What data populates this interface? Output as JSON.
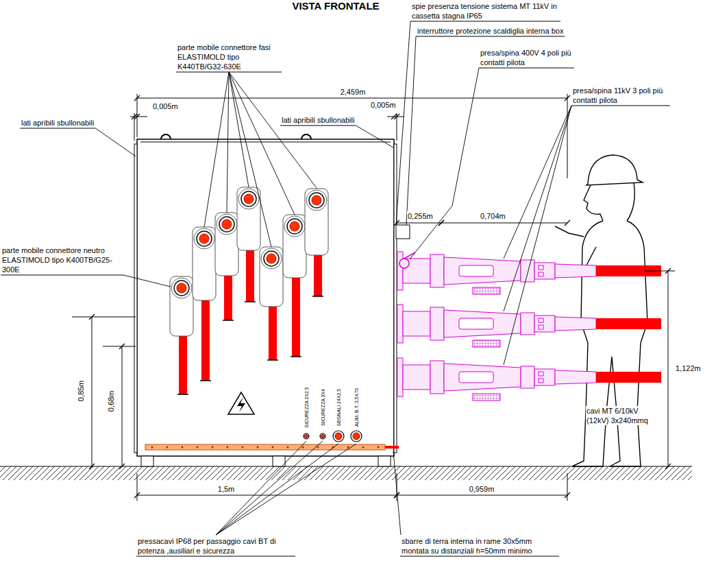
{
  "diagram": {
    "title": "VISTA FRONTALE",
    "labels": [
      "spie presenza tensione sistema MT 11kV in cassetta stagna IP65",
      "interruttore protezione scaldiglia interna box",
      "parte mobile connettore fasi ELASTIMOLD tipo K440TB/G32-630E",
      "presa/spina 400V 4 poli più contatti pilota",
      "presa/spina 11kV 3 poli più contatti pilota",
      "2,459m",
      "0,005m",
      "0,005m",
      "lati apribili sbullonabili",
      "lati apribili sbullonabili",
      "parte mobile connettore neutro ELASTIMOLD tipo K400TB/G25-300E",
      "0,255m",
      "0,704m",
      "1,122m",
      "0,85m",
      "0,68m",
      "SICUREZZA 2X2,5",
      "SICUREZZA 3X4",
      "SEGNALI 24X2,5",
      "ALIM. B.T. 3,5X70",
      "cavi MT 6/10kV (12kV) 3x240mmq",
      "1,5m",
      "0,959m",
      "pressacavi IP68 per passaggio cavi BT di potenza ,ausiliari e sicurezza",
      "sbarre di terra interna in rame 30x5mm montata su distanziali h=50mm minimo"
    ]
  }
}
